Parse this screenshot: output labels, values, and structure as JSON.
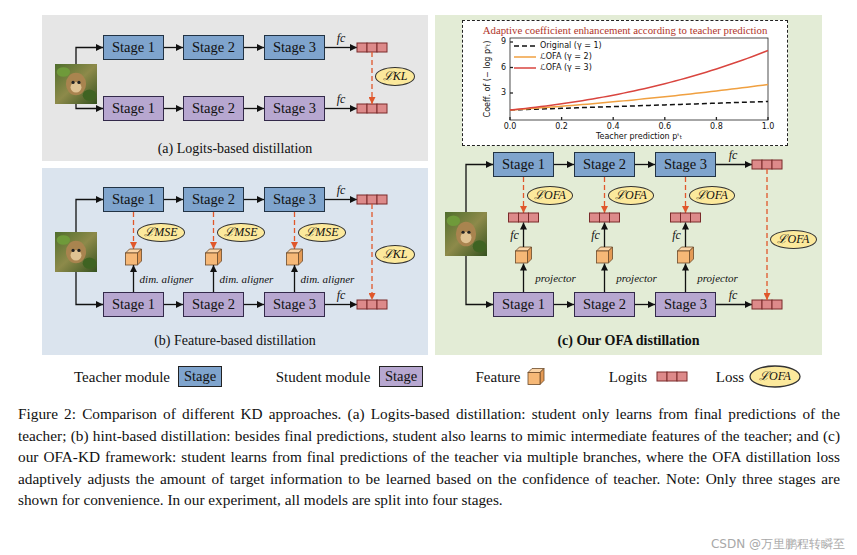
{
  "diagram": {
    "caption": "Figure 2: Comparison of different KD approaches. (a) Logits-based distillation: student only learns from final predictions of the teacher; (b) hint-based distillation: besides final predictions, student also learns to mimic intermediate features of the teacher; and (c) our OFA-KD framework: student learns from final predictions of the teacher via multiple branches, where the OFA distillation loss adaptively adjusts the amount of target information to be learned based on the confidence of teacher. Note: Only three stages are shown for convenience. In our experiment, all models are split into four stages.",
    "nodes": [
      {
        "text": [
          "(a) Logits-based distillation"
        ]
      },
      {
        "text": [
          "Stage 1"
        ],
        "in": 0
      },
      {
        "text": [
          "Stage 2"
        ],
        "in": 0
      },
      {
        "text": [
          "Stage 3"
        ],
        "in": 0
      },
      {
        "text": [
          "Stage 1"
        ],
        "in": 0
      },
      {
        "text": [
          "Stage 2"
        ],
        "in": 0
      },
      {
        "text": [
          "Stage 3"
        ],
        "in": 0
      },
      {
        "text": [
          "ℒKL"
        ],
        "in": 0
      },
      {
        "text": [
          "(b) Feature-based distillation"
        ]
      },
      {
        "text": [
          "Stage 1"
        ],
        "in": 8
      },
      {
        "text": [
          "Stage 2"
        ],
        "in": 8
      },
      {
        "text": [
          "Stage 3"
        ],
        "in": 8
      },
      {
        "text": [
          "ℒMSE"
        ],
        "in": 8
      },
      {
        "text": [
          "ℒMSE"
        ],
        "in": 8
      },
      {
        "text": [
          "ℒMSE"
        ],
        "in": 8
      },
      {
        "text": [
          "Stage 1"
        ],
        "in": 8
      },
      {
        "text": [
          "Stage 2"
        ],
        "in": 8
      },
      {
        "text": [
          "Stage 3"
        ],
        "in": 8
      },
      {
        "text": [
          "ℒKL"
        ],
        "in": 8
      },
      {
        "text": [
          "(c) Our OFA distillation"
        ]
      },
      {
        "text": [
          "Adaptive coefficient enhancement according to teacher prediction"
        ],
        "in": 19
      },
      {
        "text": [
          "Stage 1"
        ],
        "in": 19
      },
      {
        "text": [
          "Stage 2"
        ],
        "in": 19
      },
      {
        "text": [
          "Stage 3"
        ],
        "in": 19
      },
      {
        "text": [
          "ℒOFA"
        ],
        "in": 19
      },
      {
        "text": [
          "ℒOFA"
        ],
        "in": 19
      },
      {
        "text": [
          "ℒOFA"
        ],
        "in": 19
      },
      {
        "text": [
          "ℒOFA"
        ],
        "in": 19
      },
      {
        "text": [
          "Stage 1"
        ],
        "in": 19
      },
      {
        "text": [
          "Stage 2"
        ],
        "in": 19
      },
      {
        "text": [
          "Stage 3"
        ],
        "in": 19
      }
    ],
    "edges": [
      {
        "from": 1,
        "to": 2,
        "arrow": "to"
      },
      {
        "from": 2,
        "to": 3,
        "arrow": "to"
      },
      {
        "from": 4,
        "to": 5,
        "arrow": "to"
      },
      {
        "from": 5,
        "to": 6,
        "arrow": "to"
      },
      {
        "from": 9,
        "to": 10,
        "arrow": "to"
      },
      {
        "from": 10,
        "to": 11,
        "arrow": "to"
      },
      {
        "from": 15,
        "to": 16,
        "arrow": "to"
      },
      {
        "from": 16,
        "to": 17,
        "arrow": "to"
      },
      {
        "from": 21,
        "to": 22,
        "arrow": "to"
      },
      {
        "from": 22,
        "to": 23,
        "arrow": "to"
      },
      {
        "from": 28,
        "to": 29,
        "arrow": "to"
      },
      {
        "from": 29,
        "to": 30,
        "arrow": "to"
      }
    ],
    "labels": [
      "fc",
      "fc",
      "fc",
      "dim. aligner",
      "dim. aligner",
      "dim. aligner",
      "fc",
      "9",
      "6",
      "3",
      "0.0",
      "0.2",
      "0.4",
      "0.6",
      "0.8",
      "1.0",
      "Coeff. of (− log pˢₜ)",
      "Teacher prediction pᵗₜ",
      "fc",
      "fc",
      "fc",
      "fc",
      "projector",
      "projector",
      "projector",
      "fc",
      "Stage",
      "Stage",
      "ℒOFA",
      "CSDN @万里鹏程转瞬至"
    ],
    "legend": [
      {
        "text": "Original (γ = 1)"
      },
      {
        "text": "ℒOFA (γ = 2)"
      },
      {
        "text": "ℒOFA (γ = 3)"
      },
      {
        "text": "Teacher module",
        "color": "#7fa4cd"
      },
      {
        "text": "Student module",
        "color": "#b7a7d0"
      },
      {
        "text": "Feature"
      },
      {
        "text": "Logits"
      },
      {
        "text": "Loss"
      }
    ]
  }
}
